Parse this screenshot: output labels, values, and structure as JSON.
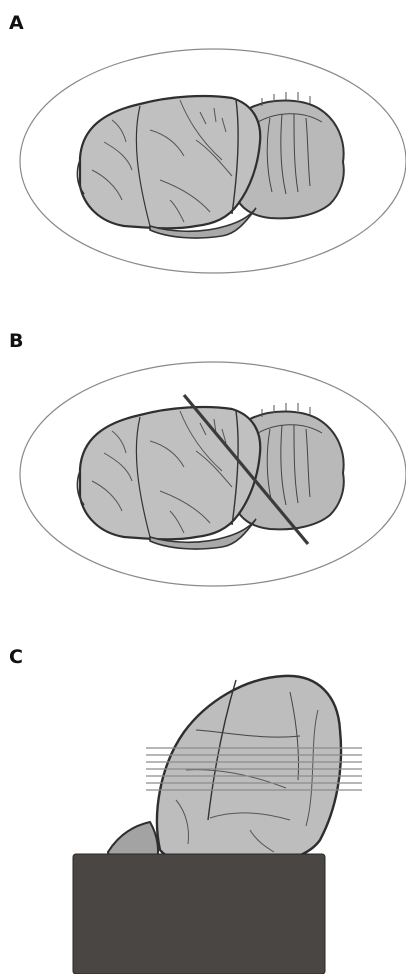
{
  "panels": [
    {
      "label": "A"
    },
    {
      "label": "B"
    },
    {
      "label": "C"
    }
  ],
  "colors": {
    "brain_fill": "#b9b9b9",
    "brain_outline": "#333333",
    "dish_outline": "#8a8a8a",
    "cut_line": "#3b3b3b",
    "block": "#4a4643",
    "section_lines": "#8c8c8c"
  },
  "icons": [
    "brain-drawing",
    "dish-outline",
    "cutting-line",
    "slice-lines",
    "mounting-block"
  ]
}
